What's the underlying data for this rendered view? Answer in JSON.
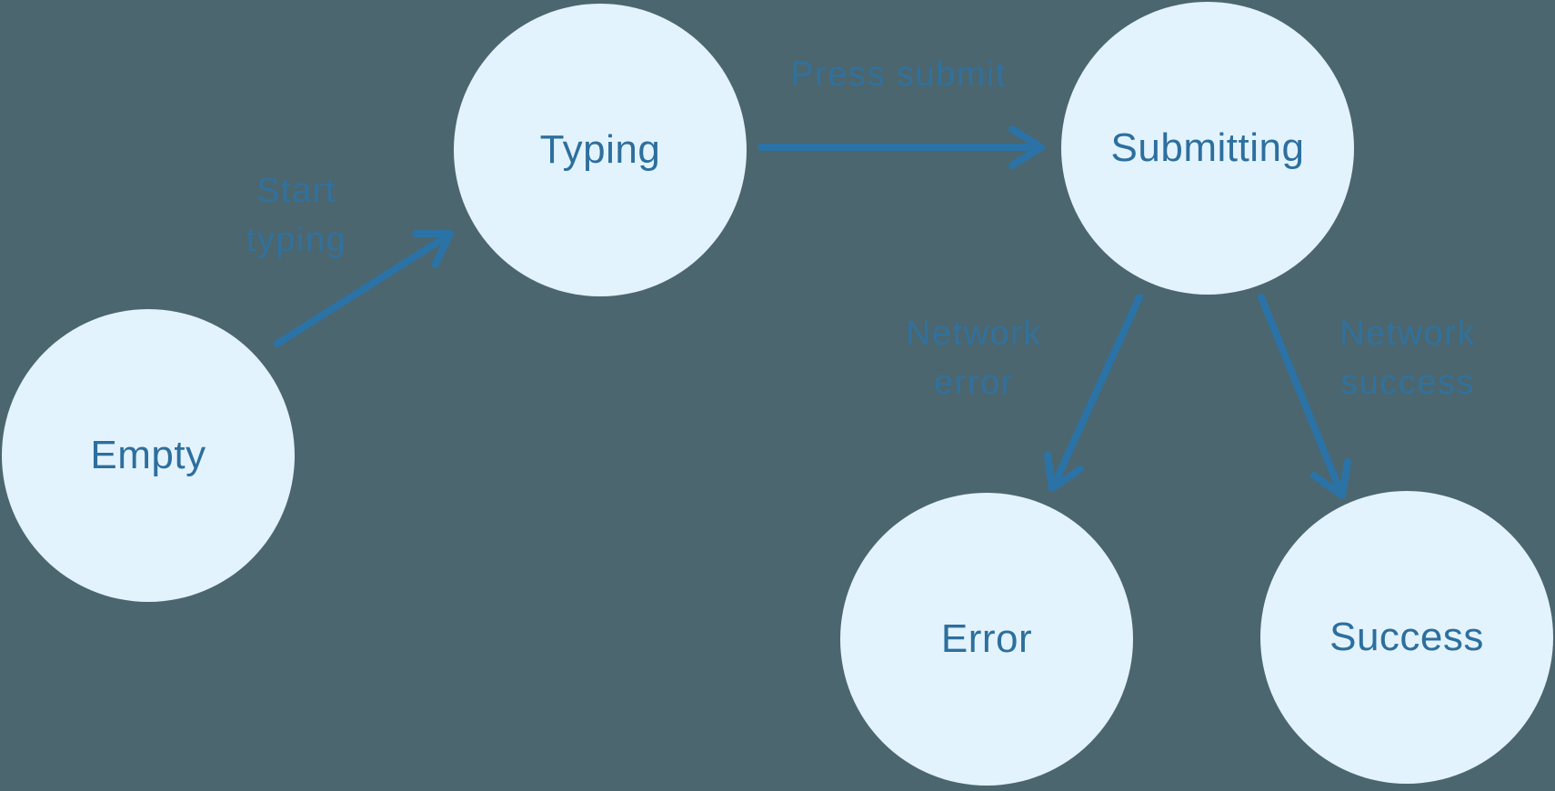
{
  "diagram": {
    "kind": "state-machine",
    "nodes": [
      {
        "id": "empty",
        "label": "Empty"
      },
      {
        "id": "typing",
        "label": "Typing"
      },
      {
        "id": "submitting",
        "label": "Submitting"
      },
      {
        "id": "error",
        "label": "Error"
      },
      {
        "id": "success",
        "label": "Success"
      }
    ],
    "edges": [
      {
        "from": "empty",
        "to": "typing",
        "label": "Start typing",
        "lines": [
          "Start",
          "typing"
        ]
      },
      {
        "from": "typing",
        "to": "submitting",
        "label": "Press submit",
        "lines": [
          "Press submit"
        ]
      },
      {
        "from": "submitting",
        "to": "error",
        "label": "Network error",
        "lines": [
          "Network",
          "error"
        ]
      },
      {
        "from": "submitting",
        "to": "success",
        "label": "Network success",
        "lines": [
          "Network",
          "success"
        ]
      }
    ],
    "colors": {
      "background": "#4b666e",
      "node_fill": "#e3f3fd",
      "node_text": "#2d6f9e",
      "arrow": "#2b73a6",
      "edge_label": "#2f72a2"
    }
  }
}
